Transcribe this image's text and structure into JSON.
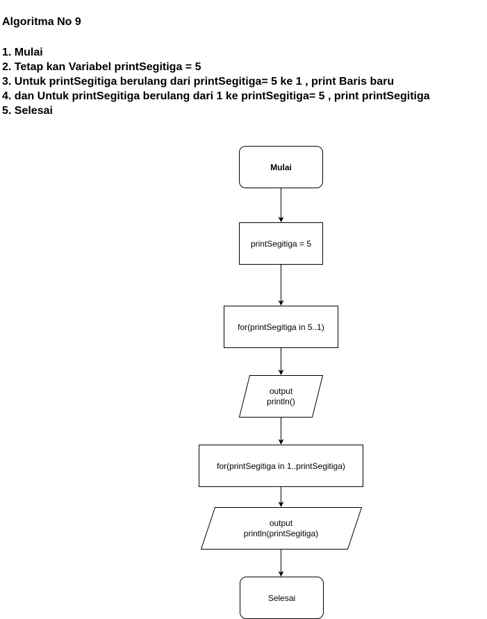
{
  "heading": "Algoritma No 9",
  "steps": [
    "1. Mulai",
    "2. Tetap kan Variabel printSegitiga = 5",
    "3. Untuk printSegitiga berulang dari printSegitiga= 5 ke 1 , print Baris baru",
    "4. dan Untuk printSegitiga berulang dari 1 ke printSegitiga= 5 , print printSegitiga",
    "5. Selesai"
  ],
  "flowchart": {
    "start": "Mulai",
    "assign": "printSegitiga = 5",
    "outer_loop": "for(printSegitiga in 5..1)",
    "output1": [
      "output",
      "println()"
    ],
    "inner_loop": "for(printSegitiga in 1..printSegitiga)",
    "output2": [
      "output",
      "println(printSegitiga)"
    ],
    "end": "Selesai"
  }
}
